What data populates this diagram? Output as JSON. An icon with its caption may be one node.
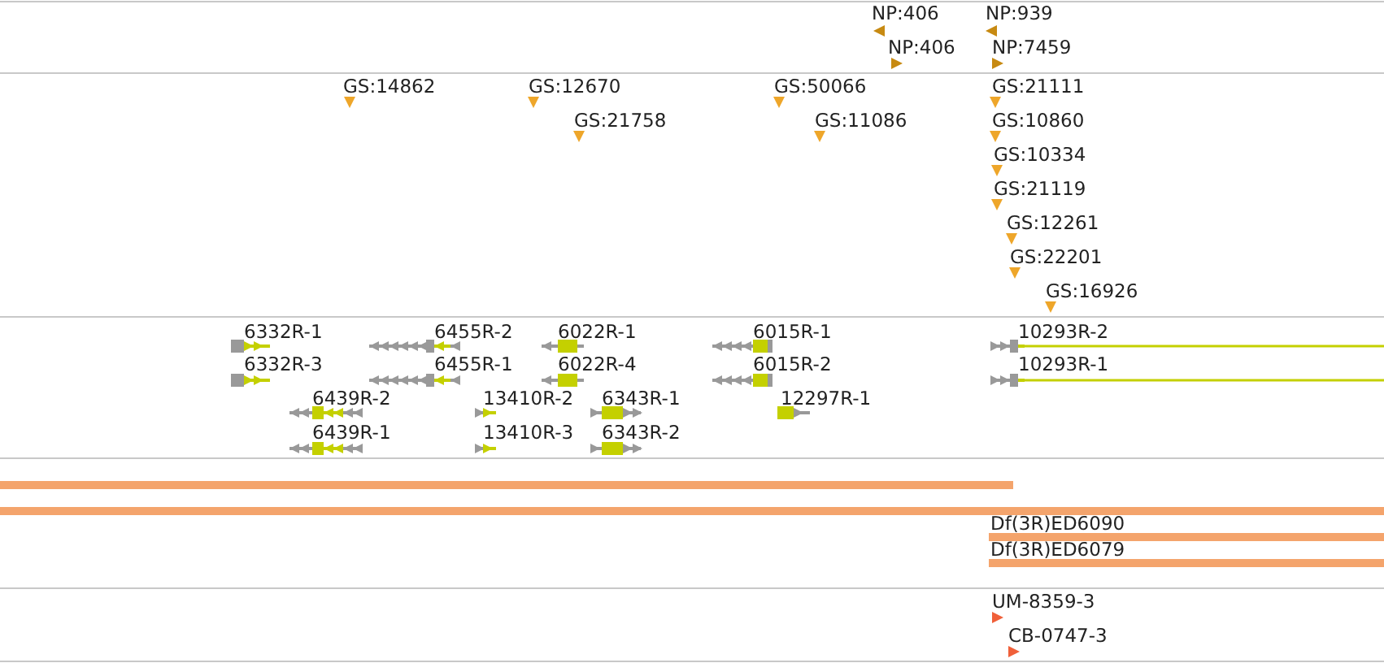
{
  "diagram": {
    "labels": [
      "NP:406",
      "NP:939",
      "NP:406",
      "NP:7459",
      "GS:14862",
      "GS:12670",
      "GS:50066",
      "GS:21111",
      "GS:21758",
      "GS:11086",
      "GS:10860",
      "GS:10334",
      "GS:21119",
      "GS:12261",
      "GS:22201",
      "GS:16926",
      "6332R-1",
      "6455R-2",
      "6022R-1",
      "6015R-1",
      "10293R-2",
      "6332R-3",
      "6455R-1",
      "6022R-4",
      "6015R-2",
      "10293R-1",
      "6439R-2",
      "13410R-2",
      "6343R-1",
      "12297R-1",
      "6439R-1",
      "13410R-3",
      "6343R-2",
      "Df(3R)ED6090",
      "Df(3R)ED6079",
      "UM-8359-3",
      "CB-0747-3"
    ]
  }
}
